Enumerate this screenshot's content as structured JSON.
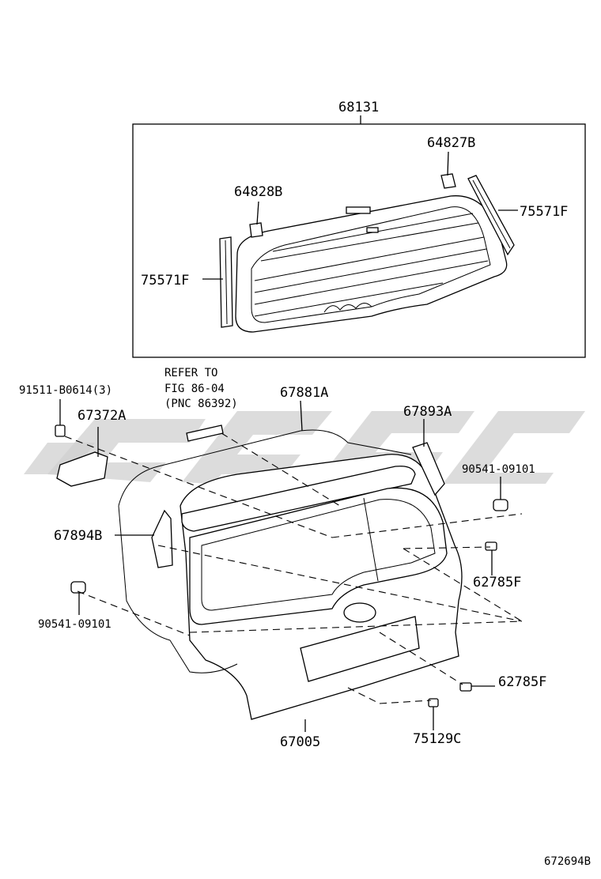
{
  "labels": {
    "assembly": "68131",
    "wiper_motor_cover_b": "64828B",
    "wiper_cover_b": "64827B",
    "weatherstrip_right": "75571F",
    "weatherstrip_left": "75571F",
    "bolt": "91511-B0614(3)",
    "hinge": "67372A",
    "refer_line1": "REFER TO",
    "refer_line2": "FIG 86-04",
    "refer_line3": "(PNC 86392)",
    "door_weatherstrip": "67881A",
    "side_trim_right": "67893A",
    "cushion_right": "90541-09101",
    "side_trim_left": "67894B",
    "stopper_upper": "62785F",
    "cushion_left": "90541-09101",
    "stopper_lower": "62785F",
    "back_door_panel": "67005",
    "clip": "75129C"
  },
  "footer": {
    "diagram_id": "672694B"
  },
  "colors": {
    "line": "#000000",
    "watermark": "#d0d0d0",
    "background": "#ffffff"
  }
}
